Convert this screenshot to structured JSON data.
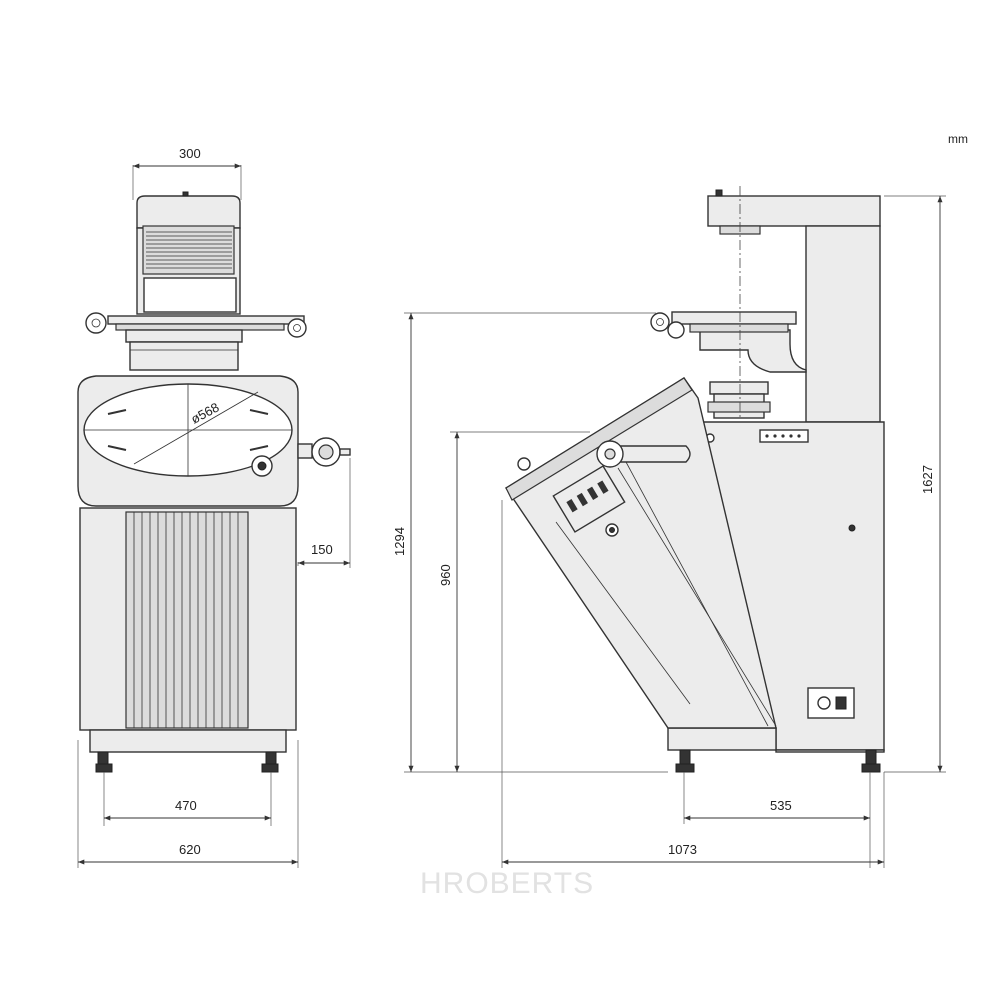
{
  "unit_label": "mm",
  "watermark": "HROBERTS",
  "front_view": {
    "screen_diameter_label": "ø568",
    "dim_top_width": "300",
    "dim_handwheel_offset": "150",
    "dim_feet_span": "470",
    "dim_total_width": "620"
  },
  "side_view": {
    "dim_total_height": "1627",
    "dim_stage_height": "1294",
    "dim_screen_height": "960",
    "dim_feet_span": "535",
    "dim_total_depth": "1073"
  }
}
